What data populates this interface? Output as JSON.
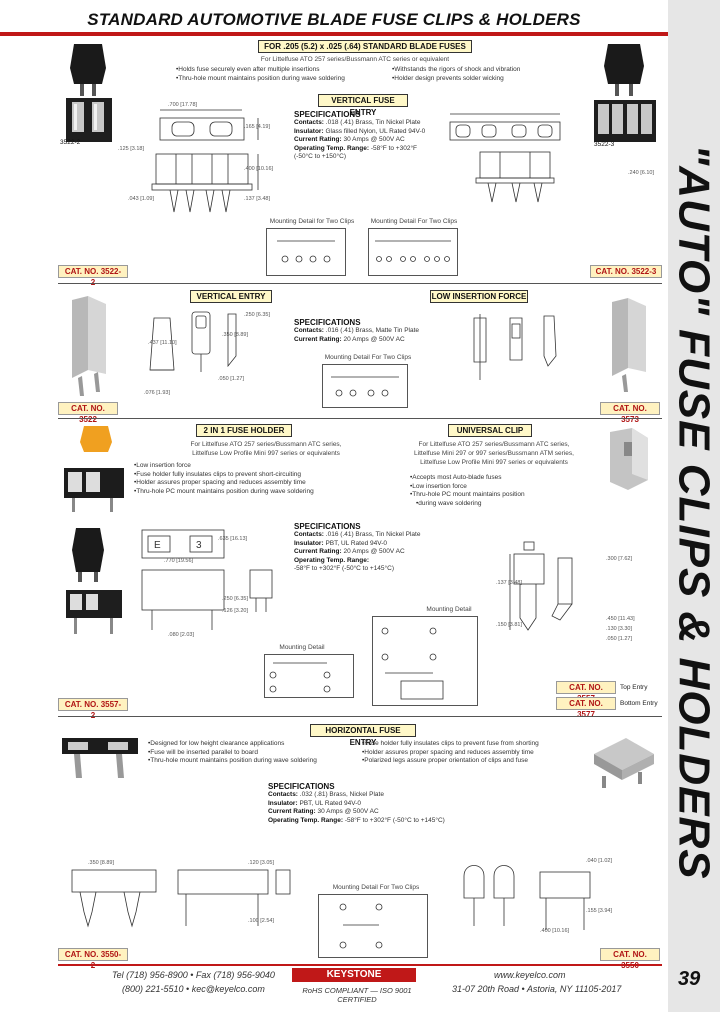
{
  "page": {
    "title": "STANDARD AUTOMOTIVE BLADE FUSE CLIPS & HOLDERS",
    "side_title": "\"AUTO\" FUSE CLIPS & HOLDERS",
    "page_number": "39"
  },
  "section1": {
    "header": "FOR .205 (5.2) x .025 (.64) STANDARD BLADE FUSES",
    "subtitle": "For Littelfuse ATO 257 series/Bussmann ATC series or equivalent",
    "bullets_left": [
      "Holds fuse securely even after multiple insertions",
      "Thru-hole mount maintains position during wave soldering"
    ],
    "bullets_right": [
      "Withstands the rigors of shock and vibration",
      "Holder design prevents solder wicking"
    ],
    "vertical_title": "VERTICAL FUSE ENTRY",
    "specs_title": "SPECIFICATIONS",
    "specs": [
      {
        "label": "Contacts:",
        "value": ".018 (.41) Brass, Tin Nickel Plate"
      },
      {
        "label": "Insulator:",
        "value": "Glass filled Nylon, UL Rated 94V-0"
      },
      {
        "label": "Current Rating:",
        "value": "30 Amps @ 500V AC"
      },
      {
        "label": "Operating Temp. Range:",
        "value": "-58°F to +302°F"
      },
      {
        "label": "",
        "value": "(-50°C to +150°C)"
      }
    ],
    "mount_left": "Mounting Detail for Two Clips",
    "mount_right": "Mounting Detail For Two Clips",
    "photo_left_label": "3522-2",
    "photo_right_label": "3522-3",
    "cat_left": "CAT. NO. 3522-2",
    "cat_right": "CAT. NO. 3522-3",
    "dims": [
      ".700 [17.78]",
      ".165 [4.19]",
      ".125 [3.18]",
      ".400 [10.16]",
      ".137 [3.48]",
      ".043 [1.09]",
      ".240 [6.10]"
    ]
  },
  "section2": {
    "vertical_title": "VERTICAL ENTRY",
    "low_title": "LOW INSERTION FORCE",
    "specs_title": "SPECIFICATIONS",
    "specs": [
      {
        "label": "Contacts:",
        "value": ".016 (.41) Brass, Matte Tin Plate"
      },
      {
        "label": "Current Rating:",
        "value": "20 Amps @ 500V AC"
      }
    ],
    "mount": "Mounting Detail For Two Clips",
    "cat_left": "CAT. NO. 3522",
    "cat_right": "CAT. NO. 3573",
    "dims": [
      ".437 [11.10]",
      ".250 [6.35]",
      ".076 [1.93]",
      ".050 [1.27]",
      ".350 [8.89]"
    ]
  },
  "section3": {
    "title_2in1": "2 IN 1 FUSE HOLDER",
    "title_universal": "UNIVERSAL CLIP",
    "desc_2in1": [
      "For Littelfuse ATO 257 series/Bussmann ATC series,",
      "Littelfuse Low Profile Mini 997 series or equivalents"
    ],
    "bullets_2in1": [
      "Low insertion force",
      "Fuse holder fully insulates clips to prevent short-circuiting",
      "Holder assures proper spacing and reduces assembly time",
      "Thru-hole PC mount maintains position during wave soldering"
    ],
    "desc_universal": [
      "For Littelfuse ATO 257 series/Bussmann ATC series,",
      "Littelfuse Mini 297 or 997 series/Bussmann ATM series,",
      "Littelfuse Low Profile Mini 997 series or equivalents"
    ],
    "bullets_universal": [
      "Accepts most Auto-blade fuses",
      "Low insertion force",
      "Thru-hole PC mount maintains position",
      "during wave soldering"
    ],
    "specs_title": "SPECIFICATIONS",
    "specs": [
      {
        "label": "Contacts:",
        "value": ".016 (.41) Brass, Tin Nickel Plate"
      },
      {
        "label": "Insulator:",
        "value": "PBT, UL Rated 94V-0"
      },
      {
        "label": "Current Rating:",
        "value": "20 Amps @ 500V AC"
      },
      {
        "label": "Operating Temp. Range:",
        "value": ""
      },
      {
        "label": "",
        "value": "-58°F to +302°F (-50°C to +145°C)"
      }
    ],
    "mount_left": "Mounting Detail",
    "mount_right": "Mounting Detail",
    "cat_left": "CAT. NO. 3557-2",
    "cat_3557": "CAT. NO. 3557",
    "cat_3557_note": "Top Entry",
    "cat_3577": "CAT. NO. 3577",
    "cat_3577_note": "Bottom Entry",
    "dims": [
      ".635 [16.13]",
      ".770 [19.56]",
      ".250 [6.35]",
      ".126 [3.20]",
      ".080 [2.03]",
      ".300 [7.62]",
      ".150 [3.81]",
      ".450 [11.43]",
      ".137 [3.48]",
      ".130 [3.30]",
      ".050 [1.27]"
    ]
  },
  "section4": {
    "title": "HORIZONTAL FUSE ENTRY",
    "bullets_left": [
      "Designed for low height clearance applications",
      "Fuse will be inserted parallel to board",
      "Thru-hole mount maintains position during wave soldering"
    ],
    "bullets_right": [
      "Fuse holder fully insulates clips to prevent fuse from shorting",
      "Holder assures proper spacing and reduces assembly time",
      "Polarized legs assure proper orientation of clips and fuse"
    ],
    "specs_title": "SPECIFICATIONS",
    "specs": [
      {
        "label": "Contacts:",
        "value": ".032 (.81) Brass, Nickel Plate"
      },
      {
        "label": "Insulator:",
        "value": "PBT, UL Rated 94V-0"
      },
      {
        "label": "Current Rating:",
        "value": "30 Amps @ 500V AC"
      },
      {
        "label": "Operating Temp. Range:",
        "value": "-58°F to +302°F (-50°C to +145°C)"
      }
    ],
    "mount": "Mounting Detail For Two Clips",
    "cat_left": "CAT. NO. 3550-2",
    "cat_right": "CAT. NO. 3550",
    "dims": [
      ".350 [8.89]",
      ".120 [3.05]",
      ".040 [1.02]",
      ".100 [2.54]",
      ".400 [10.16]",
      ".155 [3.94]"
    ]
  },
  "footer": {
    "phone": "Tel (718) 956-8900 • Fax (718) 956-9040",
    "tollfree": "(800) 221-5510 • kec@keyelco.com",
    "logo": "KEYSTONE",
    "compliance": "RoHS COMPLIANT — ISO 9001 CERTIFIED",
    "web": "www.keyelco.com",
    "address": "31-07 20th Road • Astoria, NY 11105-2017"
  },
  "colors": {
    "accent": "#c01818",
    "cat_bg": "#fff2c0",
    "title_bg": "#fff8c8",
    "side_band": "#e6e6e6"
  }
}
